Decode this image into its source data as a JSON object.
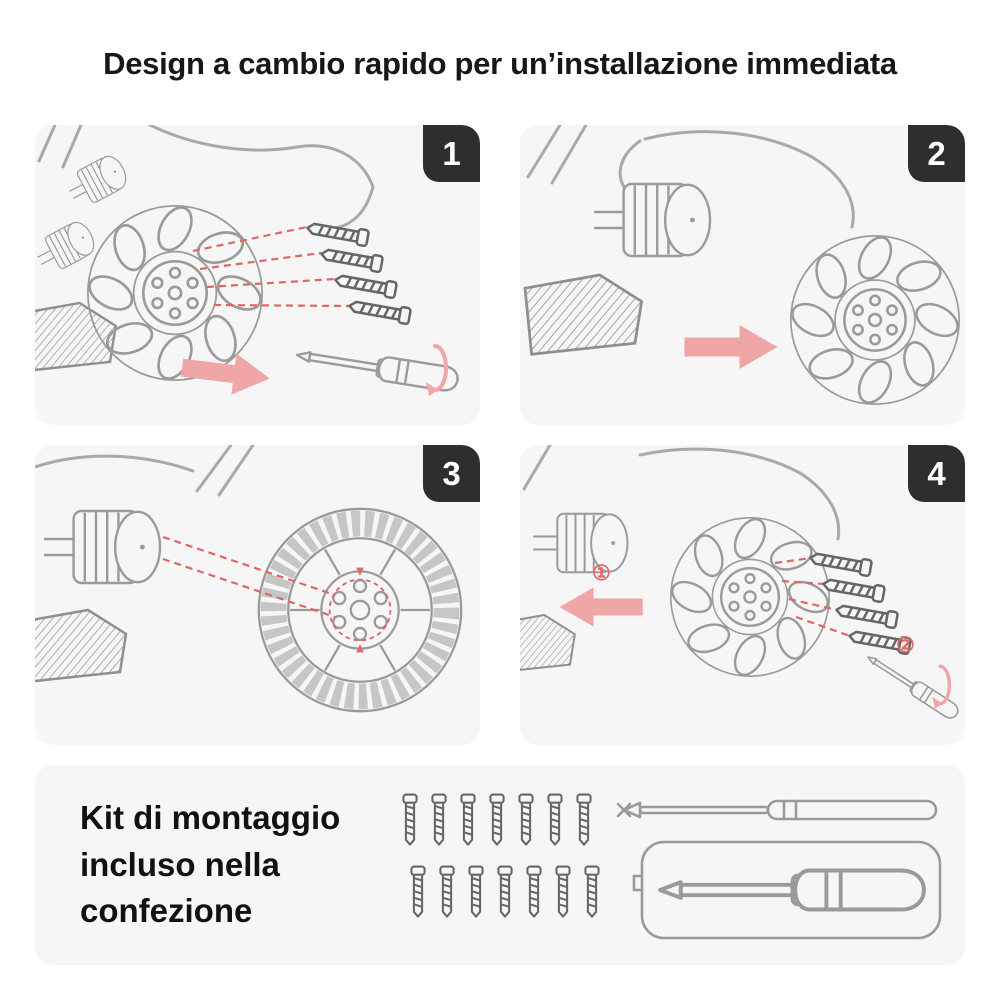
{
  "title": "Design a cambio rapido per un’installazione immediata",
  "steps": [
    {
      "number": "1"
    },
    {
      "number": "2"
    },
    {
      "number": "3"
    },
    {
      "number": "4",
      "marker1": "①",
      "marker2": "②"
    }
  ],
  "kit": {
    "label": "Kit di montaggio incluso nella confezione",
    "screw_rows": [
      7,
      7
    ]
  },
  "colors": {
    "panel_bg": "#f6f6f6",
    "badge_bg": "#2e2e2e",
    "arrow_accent": "#f0a6a6",
    "dashed_guide": "#e06666",
    "line_art": "#9a9a9a",
    "screw_line": "#666666"
  }
}
